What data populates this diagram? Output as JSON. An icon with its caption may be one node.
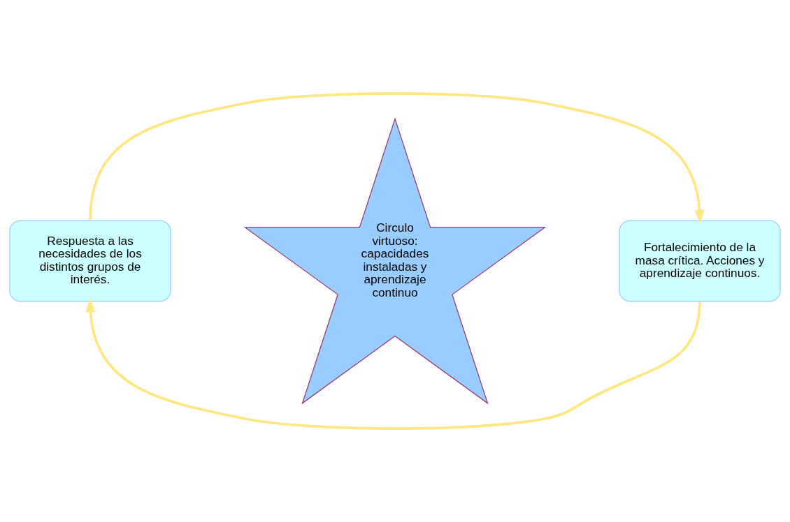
{
  "diagram": {
    "nodes": [
      {
        "text": [
          "Respuesta a las necesidades de los distintos grupos de interés."
        ]
      },
      {
        "text": [
          "Circulo virtuoso: capacidades instaladas y aprendizaje continuo"
        ]
      },
      {
        "text": [
          "Fortalecimiento de la masa crítica. Acciones y aprendizaje continuos."
        ]
      }
    ],
    "edges": [
      {
        "from": 0,
        "to": 2,
        "arrow": "to"
      },
      {
        "from": 2,
        "to": 0,
        "arrow": "to"
      }
    ]
  }
}
